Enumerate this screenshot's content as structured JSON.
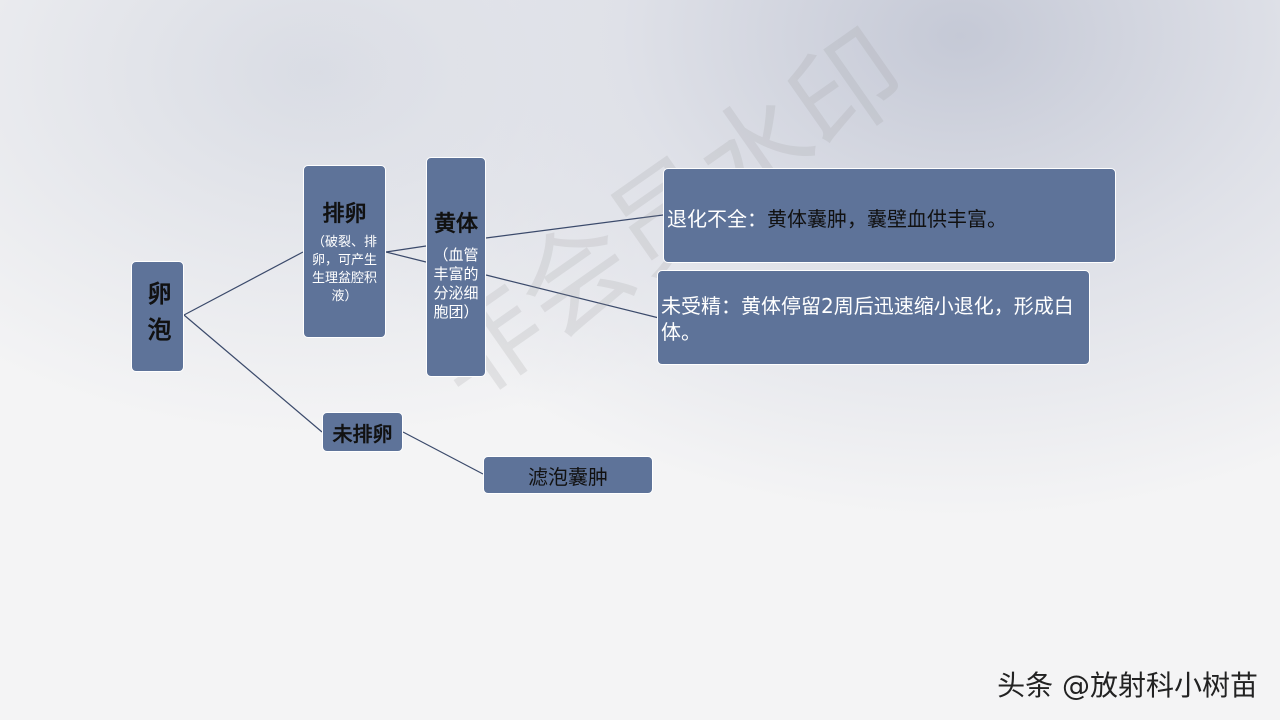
{
  "nodes": {
    "follicle": {
      "label": "卵泡"
    },
    "ovulation": {
      "label": "排卵",
      "note": "（破裂、排卵，可产生生理盆腔积液）"
    },
    "corpus_luteum": {
      "label": "黄体",
      "note": "（血管丰富的分泌细胞团）"
    },
    "incomplete": {
      "prefix": "退化不全：",
      "text": "黄体囊肿，囊壁血供丰富。"
    },
    "unfertilized": {
      "text": "未受精：黄体停留2周后迅速缩小退化，形成白体。"
    },
    "no_ovulation": {
      "label": "未排卵"
    },
    "follicular_cyst": {
      "label": "滤泡囊肿"
    }
  },
  "watermark": "非会员水印",
  "footer": "头条 @放射科小树苗",
  "colors": {
    "box": "#5e7399",
    "line": "#3b4a6b"
  }
}
